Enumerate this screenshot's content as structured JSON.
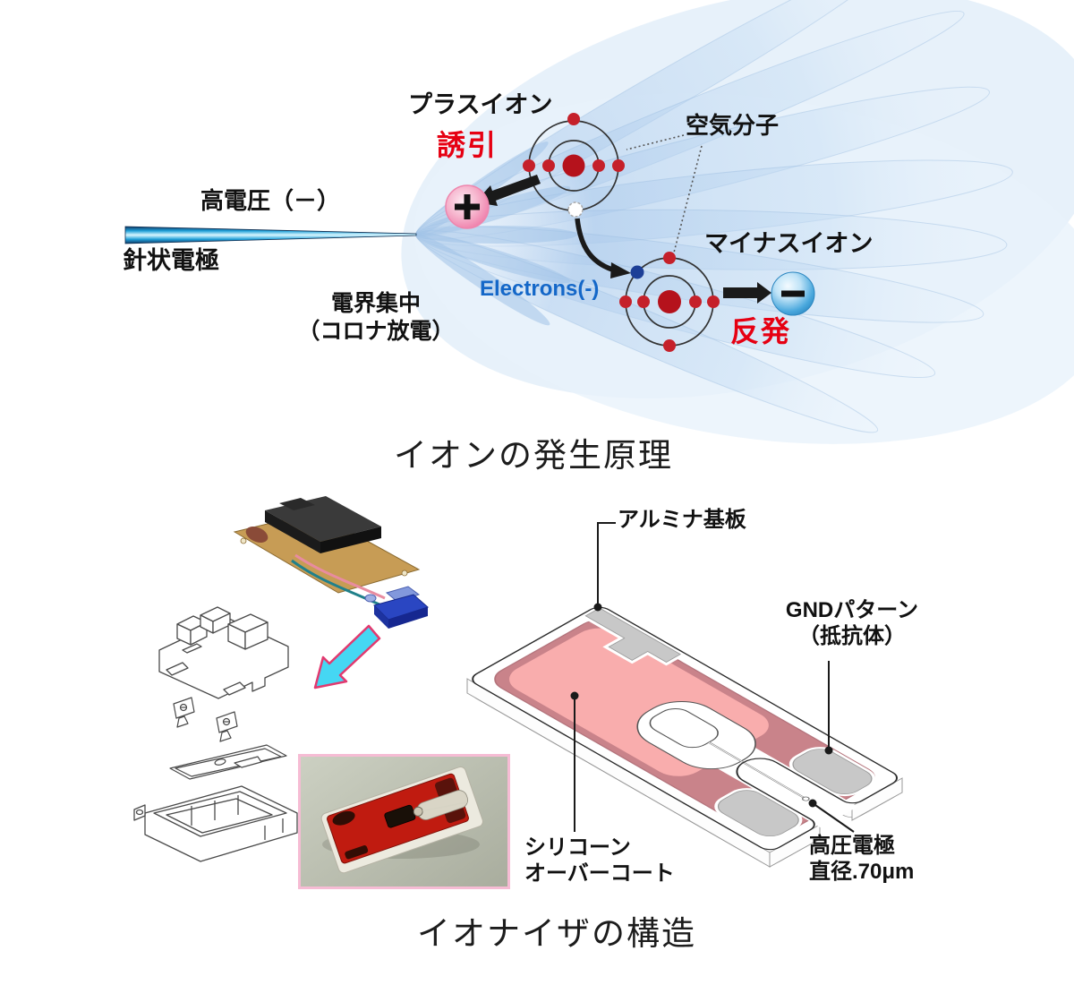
{
  "colors": {
    "accent_red": "#e60012",
    "electron_text_blue": "#1467c8",
    "needle_cyan": "#2bb7e8",
    "plus_ion_pink": "#f07ca8",
    "minus_ion_blue": "#2b9fd8",
    "nucleus_red": "#b5121c",
    "silicone_pink": "#f8acac",
    "silicone_rim": "#c9838a",
    "gnd_gray": "#c8c8c8",
    "corona_fan_blue": "#cfe2f5",
    "photo_border_pink": "#f6bcd4",
    "unpack_arrow_cyan": "#45d7f3"
  },
  "top_diagram": {
    "title": "イオンの発生原理",
    "labels": {
      "plus_ion": "プラスイオン",
      "attract": "誘引",
      "air_molecule": "空気分子",
      "high_voltage": "高電圧（－）",
      "needle_electrode": "針状電極",
      "field_line1": "電界集中",
      "field_line2": "（コロナ放電）",
      "electrons": "Electrons(-)",
      "minus_ion": "マイナスイオン",
      "repel": "反発",
      "plus_symbol": "+",
      "minus_symbol": "−"
    }
  },
  "bottom_diagram": {
    "title": "イオナイザの構造",
    "labels": {
      "alumina": "アルミナ基板",
      "gnd_line1": "GNDパターン",
      "gnd_line2": "（抵抗体）",
      "silicone_line1": "シリコーン",
      "silicone_line2": "オーバーコート",
      "hv_line1": "高圧電極",
      "hv_line2": "直径.70μm"
    }
  }
}
